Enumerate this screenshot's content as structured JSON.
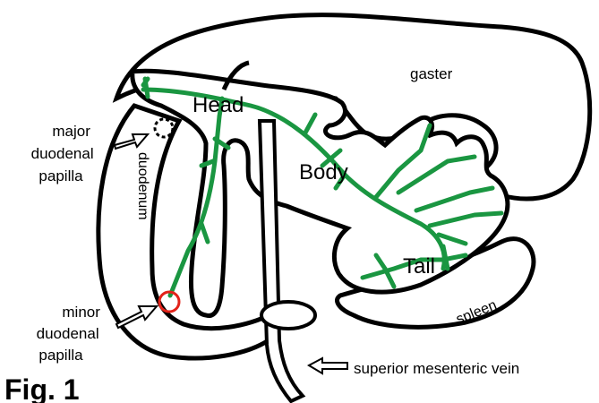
{
  "figure_label": "Fig. 1",
  "labels": {
    "gaster": "gaster",
    "head": "Head",
    "body": "Body",
    "tail": "Tail",
    "duodenum": "duodenum",
    "spleen": "spleen",
    "major_papilla": [
      "major",
      "duodenal",
      "papilla"
    ],
    "minor_papilla": [
      "minor",
      "duodenal",
      "papilla"
    ],
    "vein": "superior mesenteric vein"
  },
  "colors": {
    "outline": "#000000",
    "duct": "#1a9641",
    "minor_papilla_marker": "#e2231a"
  }
}
